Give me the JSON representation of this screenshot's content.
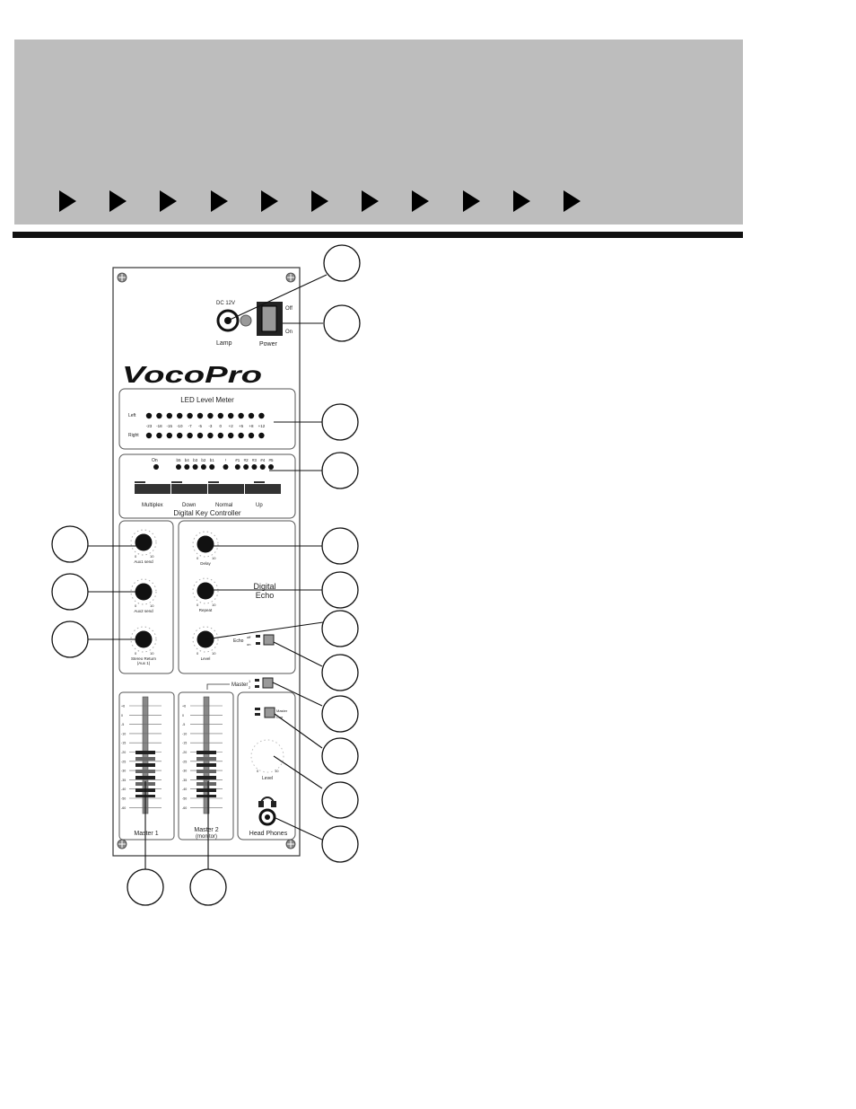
{
  "header": {
    "arrow_count": 11,
    "arrow_icon": "right-triangle-icon"
  },
  "panel": {
    "dc_label": "DC 12V",
    "lamp_label": "Lamp",
    "power_label": "Power",
    "power_off": "Off",
    "power_on": "On",
    "logo": "VocoPro",
    "led_meter": {
      "title": "LED Level Meter",
      "left_label": "Left",
      "right_label": "Right",
      "scale": [
        "-23",
        "-18",
        "-15",
        "-10",
        "-7",
        "-5",
        "-3",
        "0",
        "+2",
        "+5",
        "+8",
        "+12"
      ]
    },
    "key_controller": {
      "title": "Digital Key Controller",
      "on_label": "On",
      "keys": [
        "b5",
        "b4",
        "b3",
        "b2",
        "b1",
        "♮",
        "#1",
        "#2",
        "#3",
        "#4",
        "#5"
      ],
      "button_labels": [
        "Multiplex",
        "Down",
        "Normal",
        "Up"
      ]
    },
    "aux": {
      "knob1": "Aux1 send",
      "knob2": "Aux2 send",
      "knob3": "Stereo Return",
      "knob3_sub": "(Aux 1)",
      "min": "0",
      "max": "10"
    },
    "echo": {
      "title_line1": "Digital",
      "title_line2": "Echo",
      "delay": "Delay",
      "repeat": "Repeat",
      "level": "Level",
      "switch_label": "Echo",
      "switch_off": "off",
      "switch_on": "on",
      "min": "0",
      "max": "10"
    },
    "master_switch": {
      "label": "Master",
      "opt1": "1",
      "opt2": "2"
    },
    "phones": {
      "select_label_1": "Master",
      "select_label_2": "Cue",
      "level": "Level",
      "jack": "Head Phones",
      "min": "0",
      "max": "10"
    },
    "faders": {
      "scale": [
        "+6",
        "0",
        "-5",
        "-10",
        "-15",
        "-20",
        "-25",
        "-30",
        "-35",
        "-40",
        "-50",
        "-60"
      ],
      "master1": "Master 1",
      "master2_line1": "Master 2",
      "master2_line2": "(monitor)"
    }
  },
  "callouts": {
    "count": 17
  }
}
